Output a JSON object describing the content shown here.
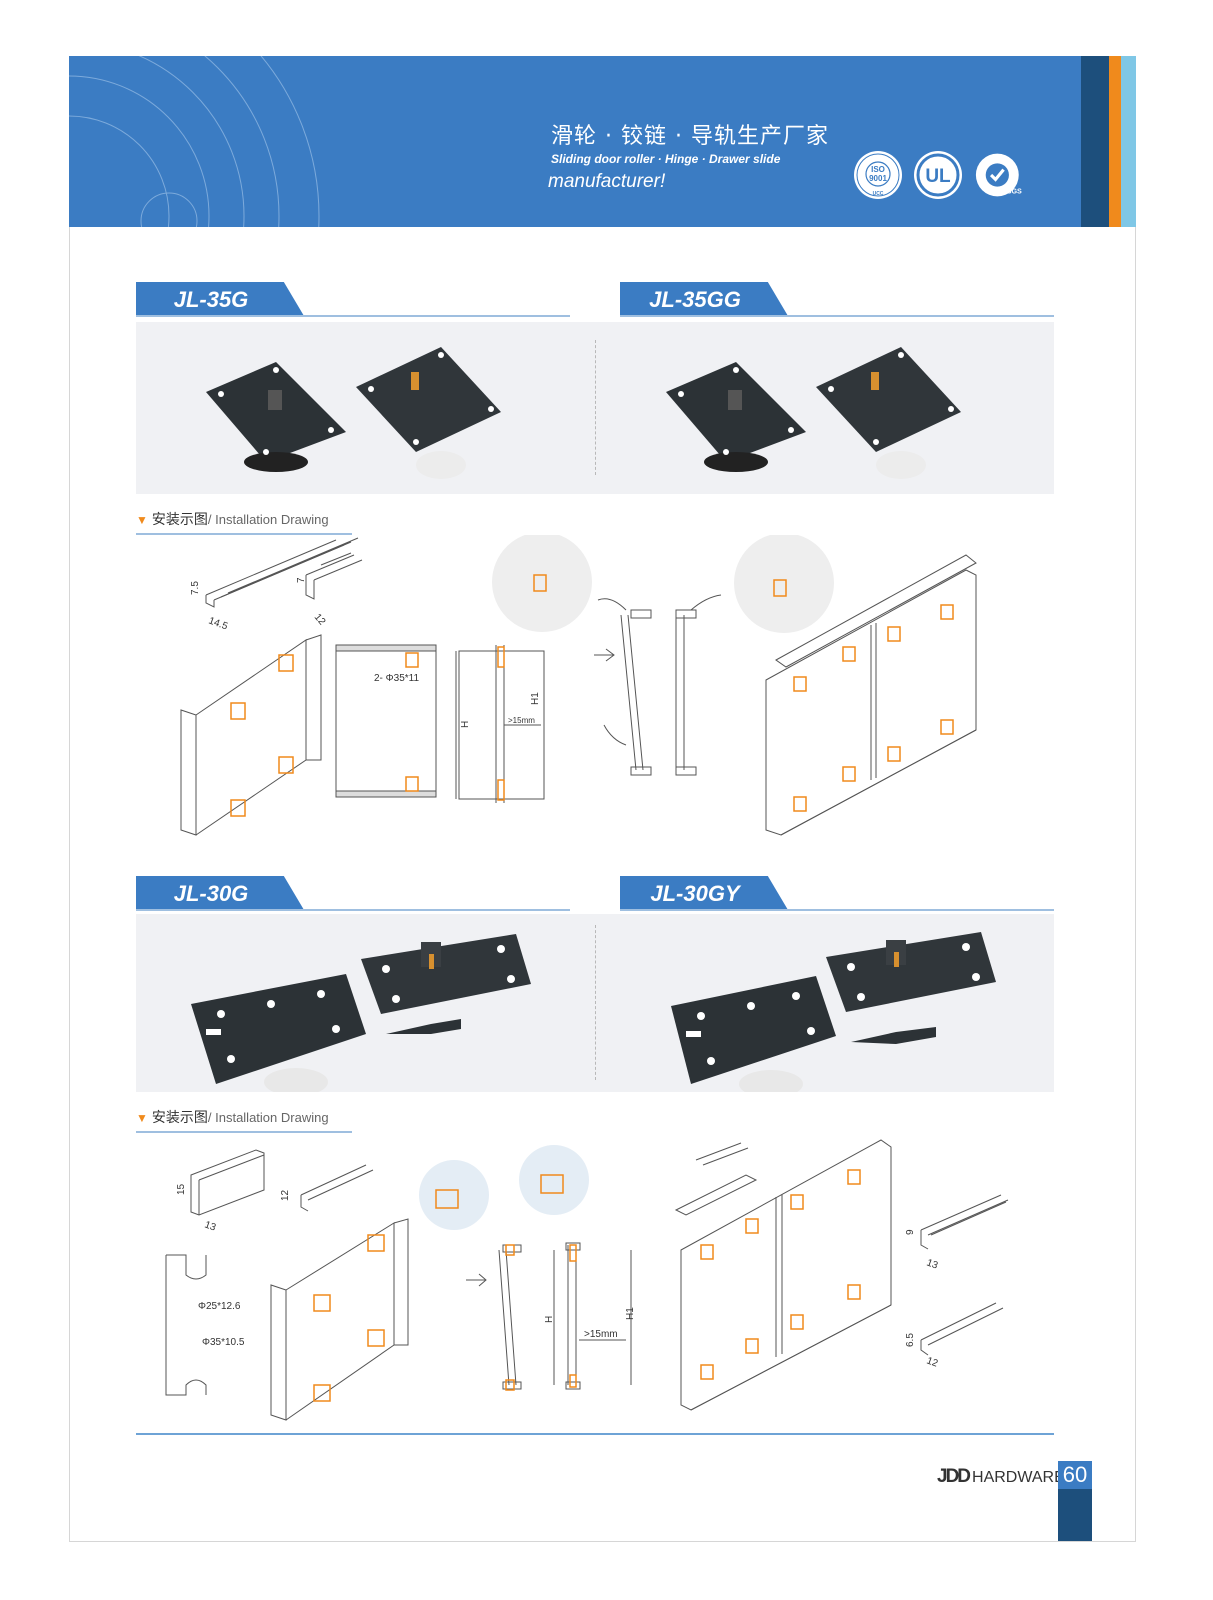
{
  "header": {
    "tagline_cn": "滑轮 · 铰链 · 导轨生产厂家",
    "tagline_en_line1": "Sliding door roller · Hinge · Drawer slide",
    "tagline_en_line2": "manufacturer!",
    "certifications": [
      {
        "icon": "iso-9001-seal-icon",
        "top_text": "ISO",
        "bottom_text": "9001",
        "caption": "UCC"
      },
      {
        "icon": "ul-mark-icon",
        "text": "UL"
      },
      {
        "icon": "sgs-check-seal-icon",
        "caption": "SGS"
      }
    ]
  },
  "products": [
    {
      "model": "JL-35G"
    },
    {
      "model": "JL-35GG"
    },
    {
      "model": "JL-30G"
    },
    {
      "model": "JL-30GY"
    }
  ],
  "installation": {
    "label_cn": "安装示图",
    "label_en": "/ Installation Drawing"
  },
  "drawing1": {
    "track_a_dims": [
      "7.5",
      "14.5"
    ],
    "track_b_dims": [
      "7",
      "12"
    ],
    "hole_label": "2- Φ35*11",
    "h_label": "H",
    "h1_label": "H1",
    "gap_label": ">15mm"
  },
  "drawing2": {
    "track_a_dims": [
      "15",
      "13"
    ],
    "track_b_dims": [
      "12"
    ],
    "hole_top_label": "Φ25*12.6",
    "hole_bottom_label": "Φ35*10.5",
    "h_label": "H",
    "h1_label": "H1",
    "gap_label": ">15mm",
    "track_c_dims": [
      "9",
      "13"
    ],
    "track_d_dims": [
      "6.5",
      "12"
    ]
  },
  "footer": {
    "brand_logo": "JDD",
    "brand_word": "HARDWARE",
    "page_number": "60"
  },
  "colors": {
    "brand_blue": "#3b7cc3",
    "dark_blue": "#1d4f7c",
    "accent_orange": "#f08a1c",
    "light_blue": "#7fc7e6"
  }
}
